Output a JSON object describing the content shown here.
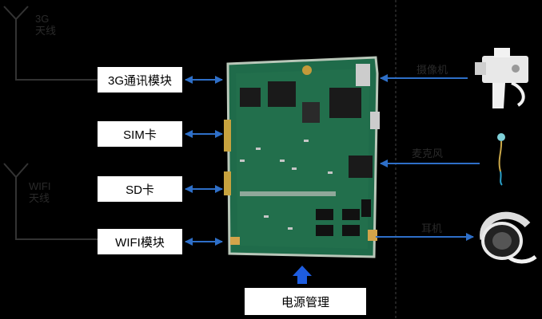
{
  "antenna_3g": {
    "line1": "3G",
    "line2": "天线"
  },
  "antenna_wifi": {
    "line1": "WIFI",
    "line2": "天线"
  },
  "modules": {
    "module_3g": "3G通讯模块",
    "sim_card": "SIM卡",
    "sd_card": "SD卡",
    "wifi_module": "WIFI模块",
    "power_management": "电源管理"
  },
  "peripherals": {
    "camera_label": "摄像机",
    "mic_label": "麦克风",
    "earphone_label": "耳机"
  },
  "colors": {
    "background": "#000000",
    "box_fill": "#ffffff",
    "arrow_blue": "#2e6fc8",
    "pcb_green": "#1f6b4a"
  },
  "icons": [
    "antenna-icon",
    "camera-icon",
    "microphone-icon",
    "headphone-icon",
    "pcb-board-image"
  ]
}
